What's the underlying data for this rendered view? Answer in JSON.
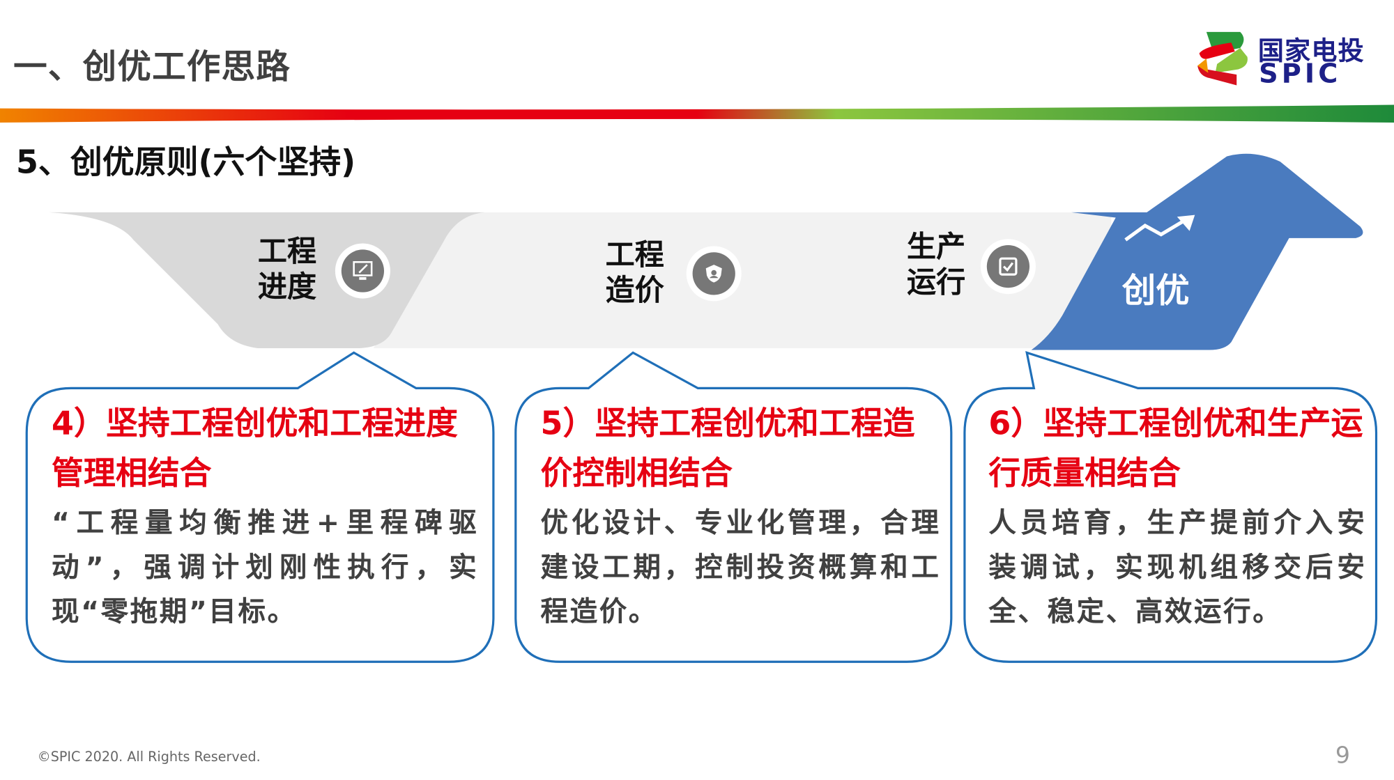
{
  "header": {
    "title": "一、创优工作思路",
    "logo_cn": "国家电投",
    "logo_en": "SPIC"
  },
  "section": {
    "subtitle": "5、创优原则(六个坚持)"
  },
  "steps": [
    {
      "label_line1": "工程",
      "label_line2": "进度",
      "icon": "monitor-edit-icon"
    },
    {
      "label_line1": "工程",
      "label_line2": "造价",
      "icon": "shield-user-icon"
    },
    {
      "label_line1": "生产",
      "label_line2": "运行",
      "icon": "checkbox-icon"
    }
  ],
  "goal": {
    "label": "创优",
    "icon": "trend-up-icon"
  },
  "boxes": [
    {
      "heading": "4）坚持工程创优和工程进度管理相结合",
      "body": "“工程量均衡推进+里程碑驱动”，强调计划刚性执行，实现“零拖期”目标。"
    },
    {
      "heading": "5）坚持工程创优和工程造价控制相结合",
      "body": "优化设计、专业化管理，合理建设工期，控制投资概算和工程造价。"
    },
    {
      "heading": "6）坚持工程创优和生产运行质量相结合",
      "body": "人员培育，生产提前介入安装调试，实现机组移交后安全、稳定、高效运行。"
    }
  ],
  "footer": {
    "copyright": "©SPIC 2020. All Rights Reserved.",
    "page": "9"
  },
  "colors": {
    "accent_red": "#e60012",
    "box_border": "#1f6fb8",
    "arrow_blue": "#4a7bbf",
    "logo_blue": "#1d2088"
  }
}
